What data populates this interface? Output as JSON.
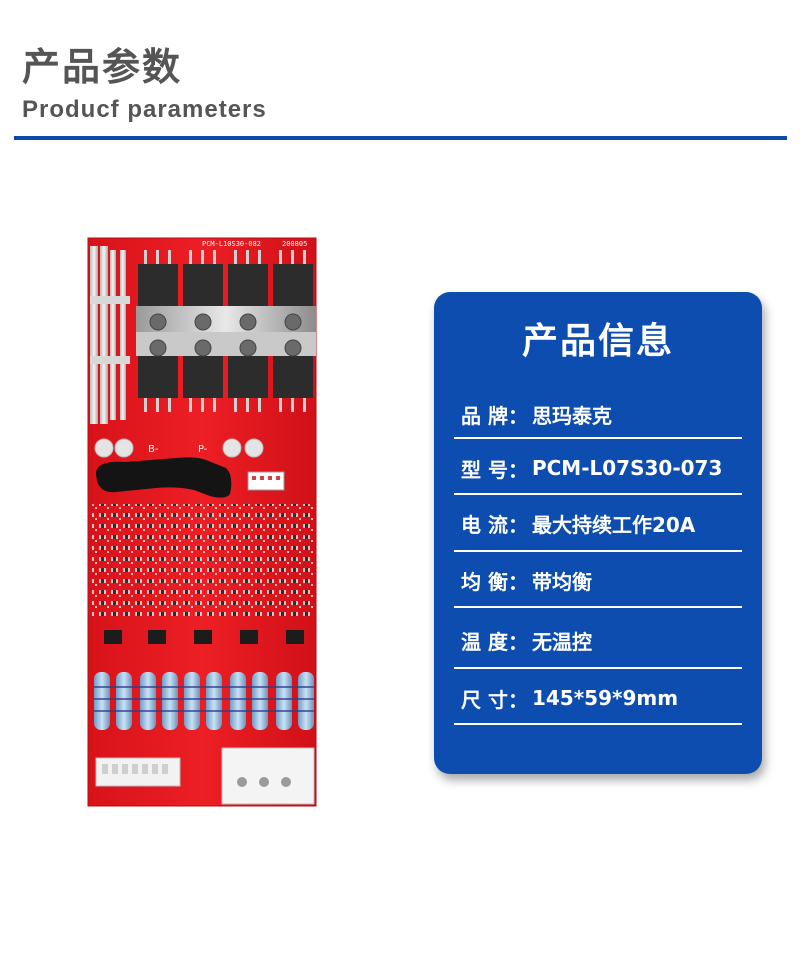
{
  "header": {
    "title_cn": "产品参数",
    "title_en": "Producf  parameters"
  },
  "product_image": {
    "silkscreen_model": "PCM-L10S30-082",
    "silkscreen_date": "200805",
    "pad_b_minus": "B-",
    "pad_p_minus": "P-"
  },
  "info": {
    "heading": "产品信息",
    "rows": [
      {
        "label": "品 牌：",
        "value": "思玛泰克"
      },
      {
        "label": "型 号：",
        "value": "PCM-L07S30-073"
      },
      {
        "label": "电  流：",
        "value": "最大持续工作20A"
      },
      {
        "label": "均  衡：",
        "value": "带均衡"
      },
      {
        "label": "温  度：",
        "value": "无温控"
      },
      {
        "label": "尺  寸：",
        "value": "145*59*9mm"
      }
    ]
  },
  "colors": {
    "accent_blue": "#0e4db0",
    "pcb_red": "#e0161b",
    "title_gray": "#555555"
  }
}
